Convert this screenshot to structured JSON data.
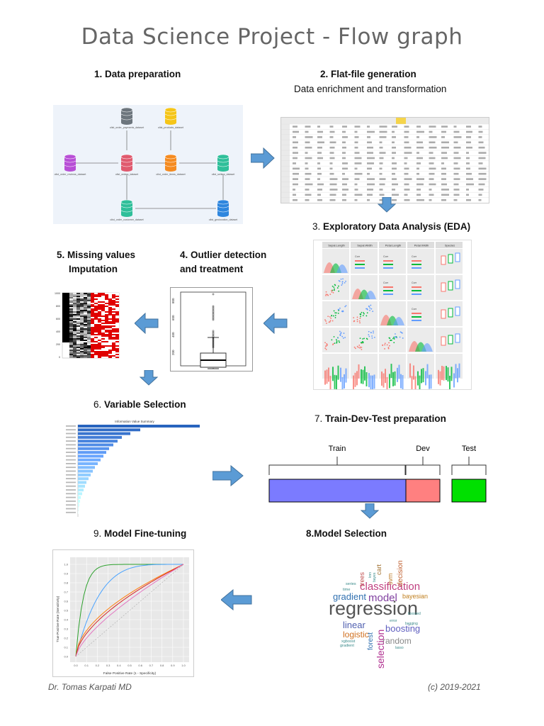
{
  "title": "Data Science Project - Flow graph",
  "steps": {
    "s1": {
      "label": "1.  Data preparation"
    },
    "s2": {
      "label": "2. Flat-file generation",
      "subtitle": "Data enrichment and transformation"
    },
    "s3": {
      "num": "3.",
      "label": "Exploratory Data Analysis (EDA)"
    },
    "s4": {
      "line1": "4. Outlier detection",
      "line2": "and treatment"
    },
    "s5": {
      "line1": "5. Missing values",
      "line2": "Imputation"
    },
    "s6": {
      "num": "6.",
      "label": "Variable Selection"
    },
    "s7": {
      "num": "7.",
      "label": "Train-Dev-Test preparation"
    },
    "s8": {
      "label": "8.Model Selection"
    },
    "s9": {
      "num": "9.",
      "label": "Model Fine-tuning"
    }
  },
  "split": {
    "train": "Train",
    "dev": "Dev",
    "test": "Test",
    "colors": {
      "train": "#7b7bff",
      "dev": "#ff8080",
      "test": "#00e000"
    }
  },
  "schema_tables": [
    "olist_order_payments_dataset",
    "olist_products_dataset",
    "olist_order_reviews_dataset",
    "olist_orders_dataset",
    "olist_order_items_dataset",
    "olist_sellers_dataset",
    "olist_order_customer_dataset",
    "olist_geolocation_dataset"
  ],
  "eda_headers": [
    "Sepal.Length",
    "Sepal.Width",
    "Petal.Length",
    "Petal.Width",
    "Species"
  ],
  "iv_chart_title": "Information Value Summary",
  "roc": {
    "xlabel": "False Positive Rate (1 - Specificity)",
    "ylabel": "True Positive Rate (Sensitivity)",
    "ticks": [
      "0.0",
      "0.1",
      "0.2",
      "0.3",
      "0.4",
      "0.5",
      "0.6",
      "0.7",
      "0.8",
      "0.9",
      "1.0"
    ]
  },
  "wordcloud": {
    "big": "regression",
    "classification": "classification",
    "model": "model",
    "gradient": "gradient",
    "linear": "linear",
    "logistic": "logistic",
    "boosting": "boosting",
    "random": "random",
    "selection": "selection",
    "forest": "forest",
    "bayesian": "bayesian",
    "decision": "decision",
    "trees": "trees",
    "svm": "svm",
    "cart": "cart",
    "series": "series",
    "time": "time",
    "xgboost": "xgboost",
    "gradient2": "gradient",
    "error": "error",
    "bagging": "bagging",
    "lasso": "lasso",
    "bayes": "bayes",
    "knn": "knn",
    "boosted": "boosted"
  },
  "footer": {
    "author": "Dr. Tomas Karpati MD",
    "copyright": "(c) 2019-2021"
  },
  "arrow_color": "#5b9bd5"
}
